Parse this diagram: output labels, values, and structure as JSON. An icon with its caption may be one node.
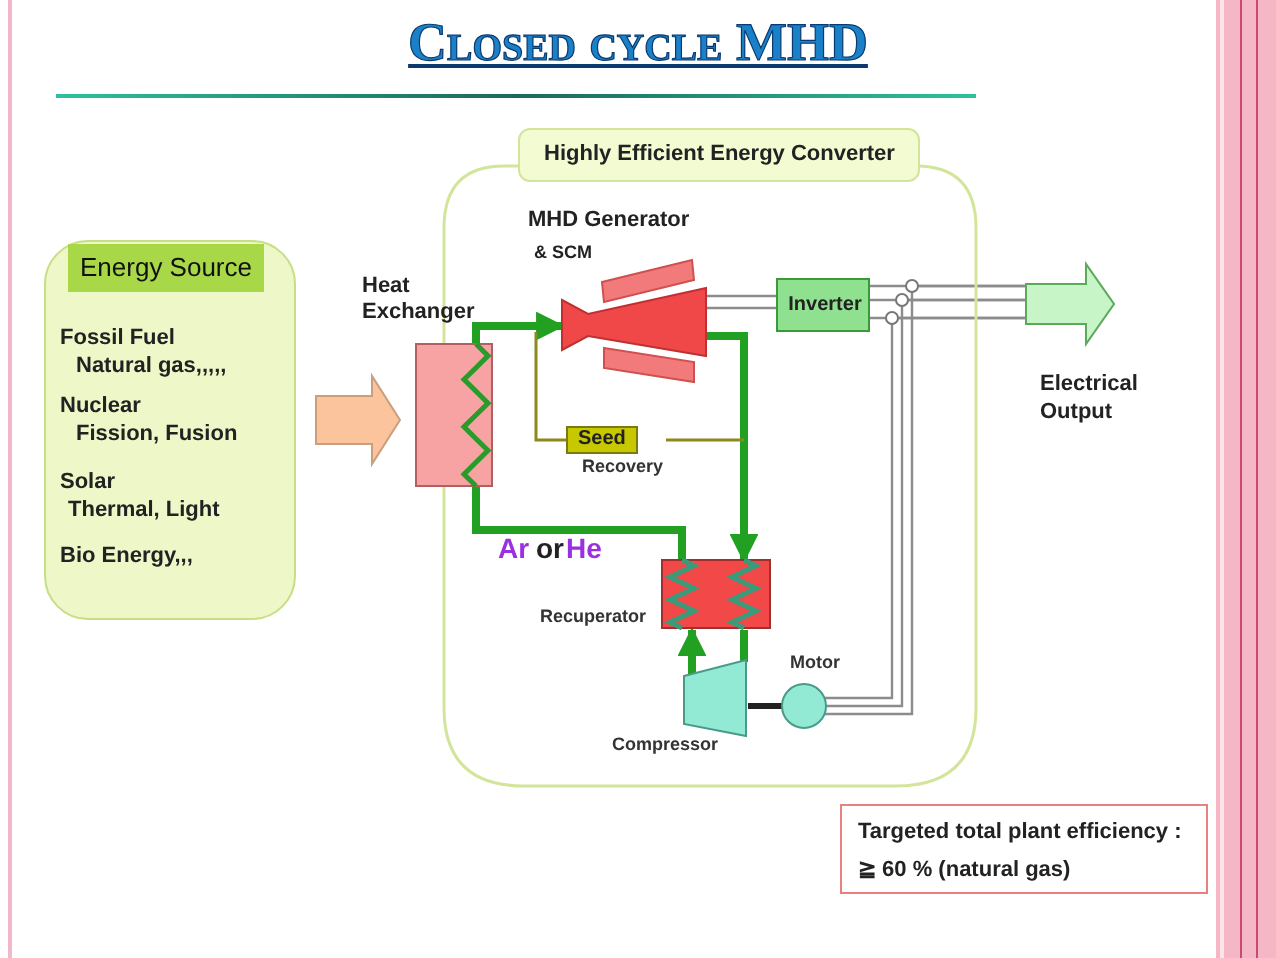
{
  "diagram": {
    "title": "Closed cycle MHD",
    "nodes": [
      {
        "text": [
          "Energy Source",
          "Fossil Fuel",
          "Natural gas,,,,,",
          "Nuclear",
          "Fission, Fusion",
          "Solar",
          "Thermal, Light",
          "Bio Energy,,,"
        ]
      },
      {
        "text": [
          "Highly Efficient Energy Converter"
        ]
      },
      {
        "text": [
          "Heat Exchanger"
        ]
      },
      {
        "text": [
          "MHD Generator",
          "& SCM"
        ],
        "in": 1
      },
      {
        "text": [
          "Inverter"
        ],
        "in": 1
      },
      {
        "text": [
          "Seed",
          "Recovery"
        ],
        "in": 1
      },
      {
        "text": [
          "Recuperator"
        ],
        "in": 1
      },
      {
        "text": [
          "Compressor"
        ],
        "in": 1
      },
      {
        "text": [
          "Motor"
        ],
        "in": 1
      },
      {
        "text": [
          "Electrical Output"
        ]
      },
      {
        "text": [
          "Targeted total plant efficiency :",
          "≧ 60 % (natural gas)"
        ]
      }
    ],
    "edges": [
      {
        "from": 0,
        "to": 2,
        "arrow": "to",
        "style": "thick",
        "color": "#fbc49c"
      },
      {
        "from": 2,
        "to": 3,
        "arrow": "to"
      },
      {
        "from": 3,
        "to": 6,
        "arrow": "to"
      },
      {
        "from": 6,
        "to": 2,
        "arrow": "none"
      },
      {
        "from": 7,
        "to": 6,
        "arrow": "to"
      },
      {
        "from": 6,
        "to": 7,
        "arrow": "none"
      },
      {
        "from": null,
        "to": 5,
        "arrow": "none",
        "color": "#8a8a20"
      },
      {
        "from": 5,
        "to": 3,
        "arrow": "none",
        "color": "#8a8a20"
      },
      {
        "from": 3,
        "to": 4,
        "arrow": "none",
        "color": "#8c8c8c"
      },
      {
        "from": 4,
        "to": 9,
        "arrow": "none",
        "color": "#8c8c8c"
      },
      {
        "from": 8,
        "to": 9,
        "arrow": "none",
        "color": "#8c8c8c"
      },
      {
        "from": 7,
        "to": 8,
        "arrow": "none",
        "color": "#222222"
      }
    ],
    "labels": [
      "Ar",
      "or",
      "He"
    ]
  }
}
